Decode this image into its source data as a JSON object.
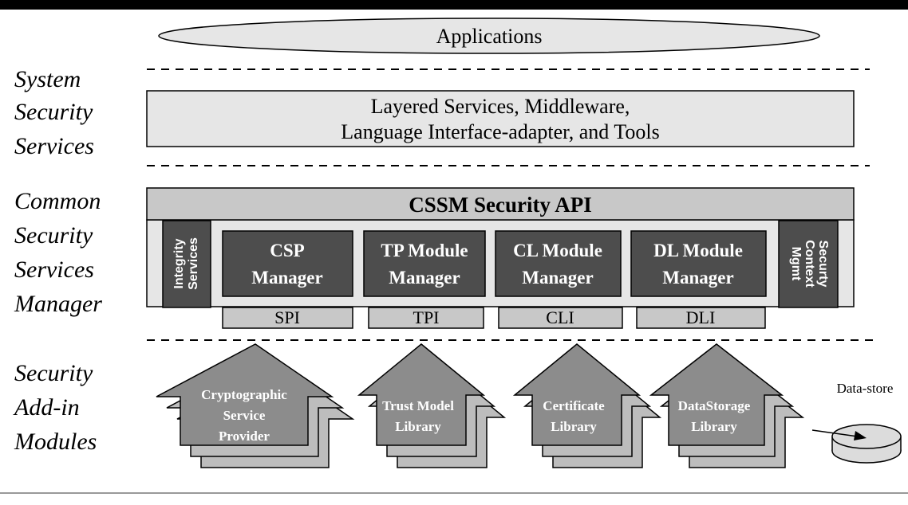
{
  "apps_label": "Applications",
  "side_labels": {
    "system": [
      "System",
      "Security",
      "Services"
    ],
    "cssm": [
      "Common",
      "Security",
      "Services",
      "Manager"
    ],
    "addin": [
      "Security",
      "Add-in",
      "Modules"
    ]
  },
  "layered": {
    "line1": "Layered Services, Middleware,",
    "line2": "Language Interface-adapter, and Tools"
  },
  "api_label": "CSSM Security API",
  "integrity": [
    "Integrity",
    "Services"
  ],
  "security_context": [
    "Securty",
    "Context",
    "Mgmt"
  ],
  "managers": [
    {
      "line1": "CSP",
      "line2": "Manager"
    },
    {
      "line1": "TP Module",
      "line2": "Manager"
    },
    {
      "line1": "CL Module",
      "line2": "Manager"
    },
    {
      "line1": "DL Module",
      "line2": "Manager"
    }
  ],
  "interfaces": [
    "SPI",
    "TPI",
    "CLI",
    "DLI"
  ],
  "modules": [
    {
      "lines": [
        "Cryptographic",
        "Service",
        "Provider"
      ]
    },
    {
      "lines": [
        "Trust Model",
        "Library"
      ]
    },
    {
      "lines": [
        "Certificate",
        "Library"
      ]
    },
    {
      "lines": [
        "DataStorage",
        "Library"
      ]
    }
  ],
  "datastore_label": "Data-store",
  "colors": {
    "dark_box": "#4d4d4d",
    "light_box": "#e6e6e6",
    "mid_box": "#c8c8c8",
    "module_front": "#8c8c8c",
    "module_back": "#bdbdbd",
    "top_bar": "#000000"
  }
}
